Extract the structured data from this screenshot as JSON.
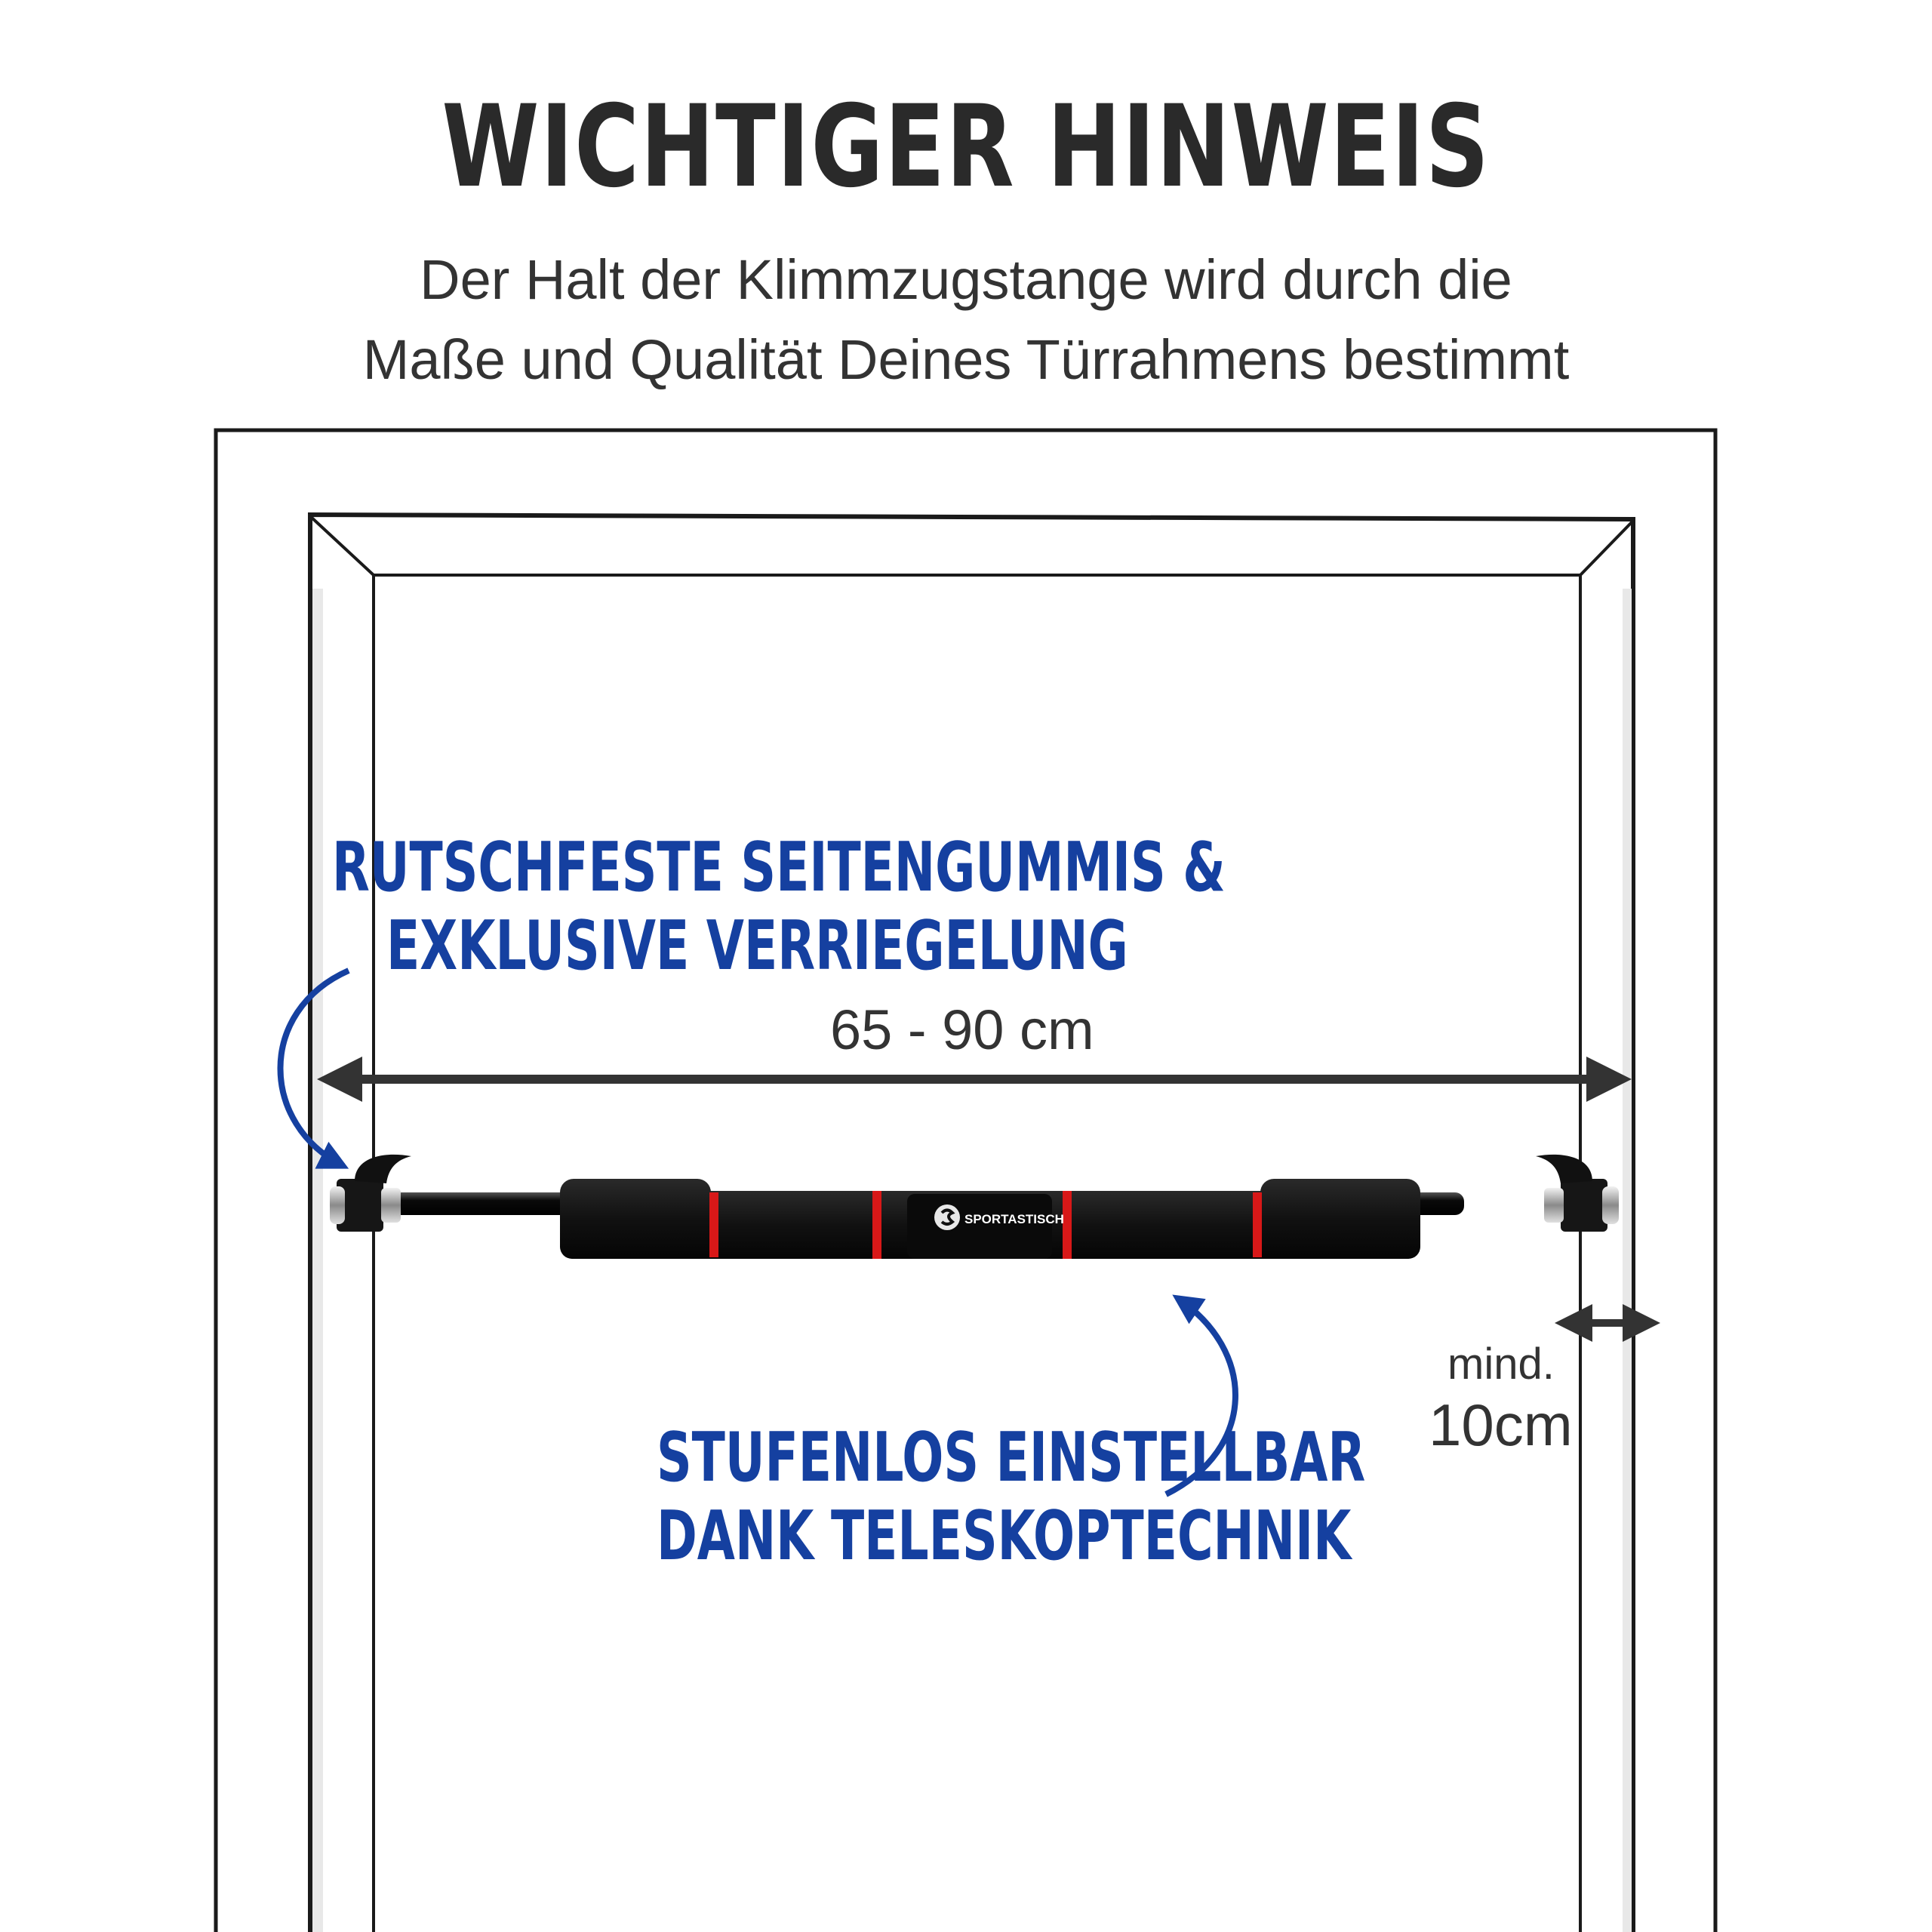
{
  "header": {
    "title": "WICHTIGER HINWEIS",
    "subtitle_line1": "Der Halt der Klimmzugstange wird durch die",
    "subtitle_line2": "Maße und Qualität Deines Türrahmens bestimmt"
  },
  "callouts": {
    "grips_line1": "RUTSCHFESTE SEITENGUMMIS &",
    "grips_line2": "EXKLUSIVE VERRIEGELUNG",
    "adjust_line1": "STUFENLOS EINSTELLBAR",
    "adjust_line2": "DANK TELESKOPTECHNIK"
  },
  "dimensions": {
    "door_width": "65 - 90 cm",
    "min_depth_prefix": "mind.",
    "min_depth_value": "10cm"
  },
  "product": {
    "brand": "SPORTASTISCH"
  },
  "colors": {
    "accent_blue": "#1540a0",
    "text_dark": "#2a2a2a",
    "foam_red": "#d81818"
  }
}
